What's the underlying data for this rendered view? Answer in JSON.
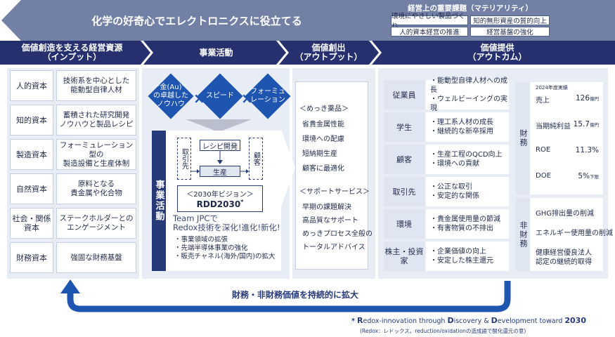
{
  "banner": {
    "title": "化学の好奇心でエレクトロニクスに役立てる"
  },
  "materiality": {
    "title": "経営上の重要課題（マテリアリティ）",
    "items": [
      "環境にやさしい製品づくり",
      "知的無形資産の質的向上",
      "人的資本経営の推進",
      "経営基盤の強化"
    ]
  },
  "headers": {
    "input": [
      "価値創造を支える経営資源",
      "（インプット）"
    ],
    "business": "事業活動",
    "output": [
      "価値創出",
      "（アウトプット）"
    ],
    "outcome": [
      "価値提供",
      "（アウトカム）"
    ]
  },
  "inputs": [
    {
      "label": "人的資本",
      "desc": [
        "技術系を中心とした",
        "能動型自律人材"
      ]
    },
    {
      "label": "知的資本",
      "desc": [
        "蓄積された研究開発",
        "ノウハウと製品レシピ"
      ]
    },
    {
      "label": "製造資本",
      "desc": [
        "フォーミュレーション型の",
        "製造設備と生産体制"
      ]
    },
    {
      "label": "自然資本",
      "desc": [
        "原料となる",
        "貴金属や化合物"
      ]
    },
    {
      "label": "社会・関係資本",
      "desc": [
        "ステークホルダーとの",
        "エンゲージメント"
      ]
    },
    {
      "label": "財務資本",
      "desc": [
        "強固な財務基盤"
      ]
    }
  ],
  "business": {
    "diamonds": [
      [
        "“金(Au)”",
        "の卓越した",
        "ノウハウ"
      ],
      [
        "スピード"
      ],
      [
        "フォーミュ",
        "レーション"
      ]
    ],
    "times": "×",
    "vertical_label": "事業活動",
    "left_tag": "取引先",
    "right_tag": "顧客",
    "flow_top": "レシピ開発",
    "flow_bottom": "生産",
    "vision_title": "＜2030年ビジョン＞",
    "vision_name": "RDD2030",
    "vision_star": "*",
    "team_lines": [
      "Team JPCで",
      "Redox技術を深化!進化!新化!"
    ],
    "bullets": [
      "・事業領域の拡張",
      "・先端半導体事業の強化",
      "・販売チャネル(海外/国内)の拡大"
    ]
  },
  "outputs": {
    "group1_title": "＜めっき薬品＞",
    "group1": [
      "省貴金属性能",
      "環境への配慮",
      "短納期生産",
      "顧客に最適化"
    ],
    "group2_title": "＜サポートサービス＞",
    "group2": [
      "早期の課題解決",
      "高品質なサポート",
      "めっきプロセス全般の",
      "トータルアドバイス"
    ]
  },
  "stakeholders": [
    {
      "label": "従業員",
      "items": [
        "・能動型自律人材への成長",
        "・ウェルビーイングの実現"
      ]
    },
    {
      "label": "学生",
      "items": [
        "・理工系人材の成長",
        "・継続的な新卒採用"
      ]
    },
    {
      "label": "顧客",
      "items": [
        "・生産工程のQCD向上",
        "・環境への貢献"
      ]
    },
    {
      "label": "取引先",
      "items": [
        "・公正な取引",
        "・安定的な関係"
      ]
    },
    {
      "label": "環境",
      "items": [
        "・貴金属使用量の節減",
        "・有害物質の不排出"
      ]
    },
    {
      "label": "株主・投資家",
      "items": [
        "・企業価値の向上",
        "・安定した株主還元"
      ]
    }
  ],
  "financial": {
    "label": "財務",
    "year_note": "2024年度実績",
    "rows": [
      {
        "name": "売上",
        "value": "126",
        "unit": "億円"
      },
      {
        "name": "当期純利益",
        "value": "15.7",
        "unit": "億円"
      },
      {
        "name": "ROE",
        "value": "11.3%",
        "unit": ""
      },
      {
        "name": "DOE",
        "value": "5%",
        "unit": "下限"
      }
    ]
  },
  "nonfinancial": {
    "label": "非財務",
    "items": [
      "GHG排出量の削減",
      "エネルギー使用量の削減",
      "健康経営優良法人",
      "認定の継続的取得"
    ]
  },
  "bottom": {
    "arrow_text": "財務・非財務価値を持続的に拡大"
  },
  "footnote": {
    "star": "*",
    "parts": [
      "R",
      "edox-innovation through ",
      "D",
      "iscovery & ",
      "D",
      "evelopment toward ",
      "2030"
    ],
    "sub": "(Redox：レドックス。reduction/oxidationの造成語で酸化還元の意)"
  }
}
